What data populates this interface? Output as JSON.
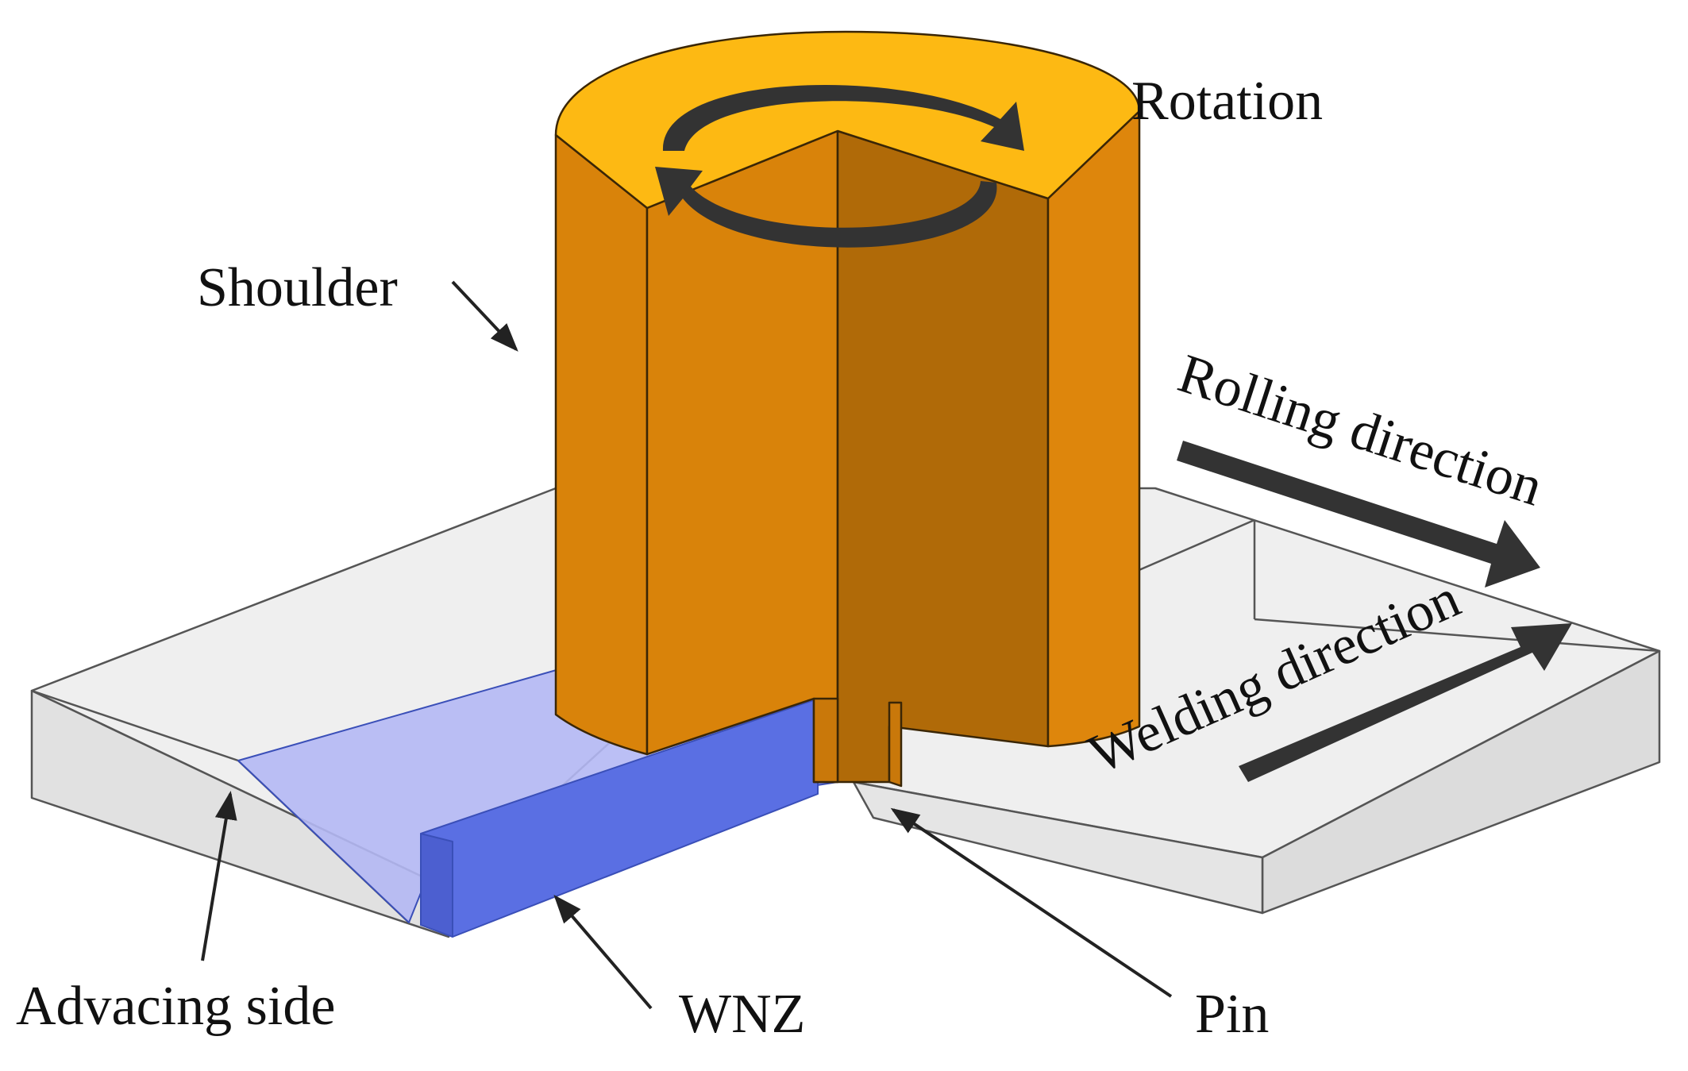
{
  "labels": {
    "rotation": "Rotation",
    "shoulder": "Shoulder",
    "rolling_direction": "Rolling direction",
    "welding_direction": "Welding direction",
    "advancing_side": "Advacing side",
    "wnz": "WNZ",
    "pin": "Pin"
  },
  "colors": {
    "tool_top": "#FDB913",
    "tool_front": "#D9830A",
    "tool_cut_face": "#B06A08",
    "tool_pin": "#C9780A",
    "wnz_light": "#B3B3F5",
    "wnz_dark": "#5A6FE3",
    "plate_face": "#E8E8E8",
    "plate_edge": "#555555",
    "arrow": "#333333",
    "text": "#111111"
  }
}
